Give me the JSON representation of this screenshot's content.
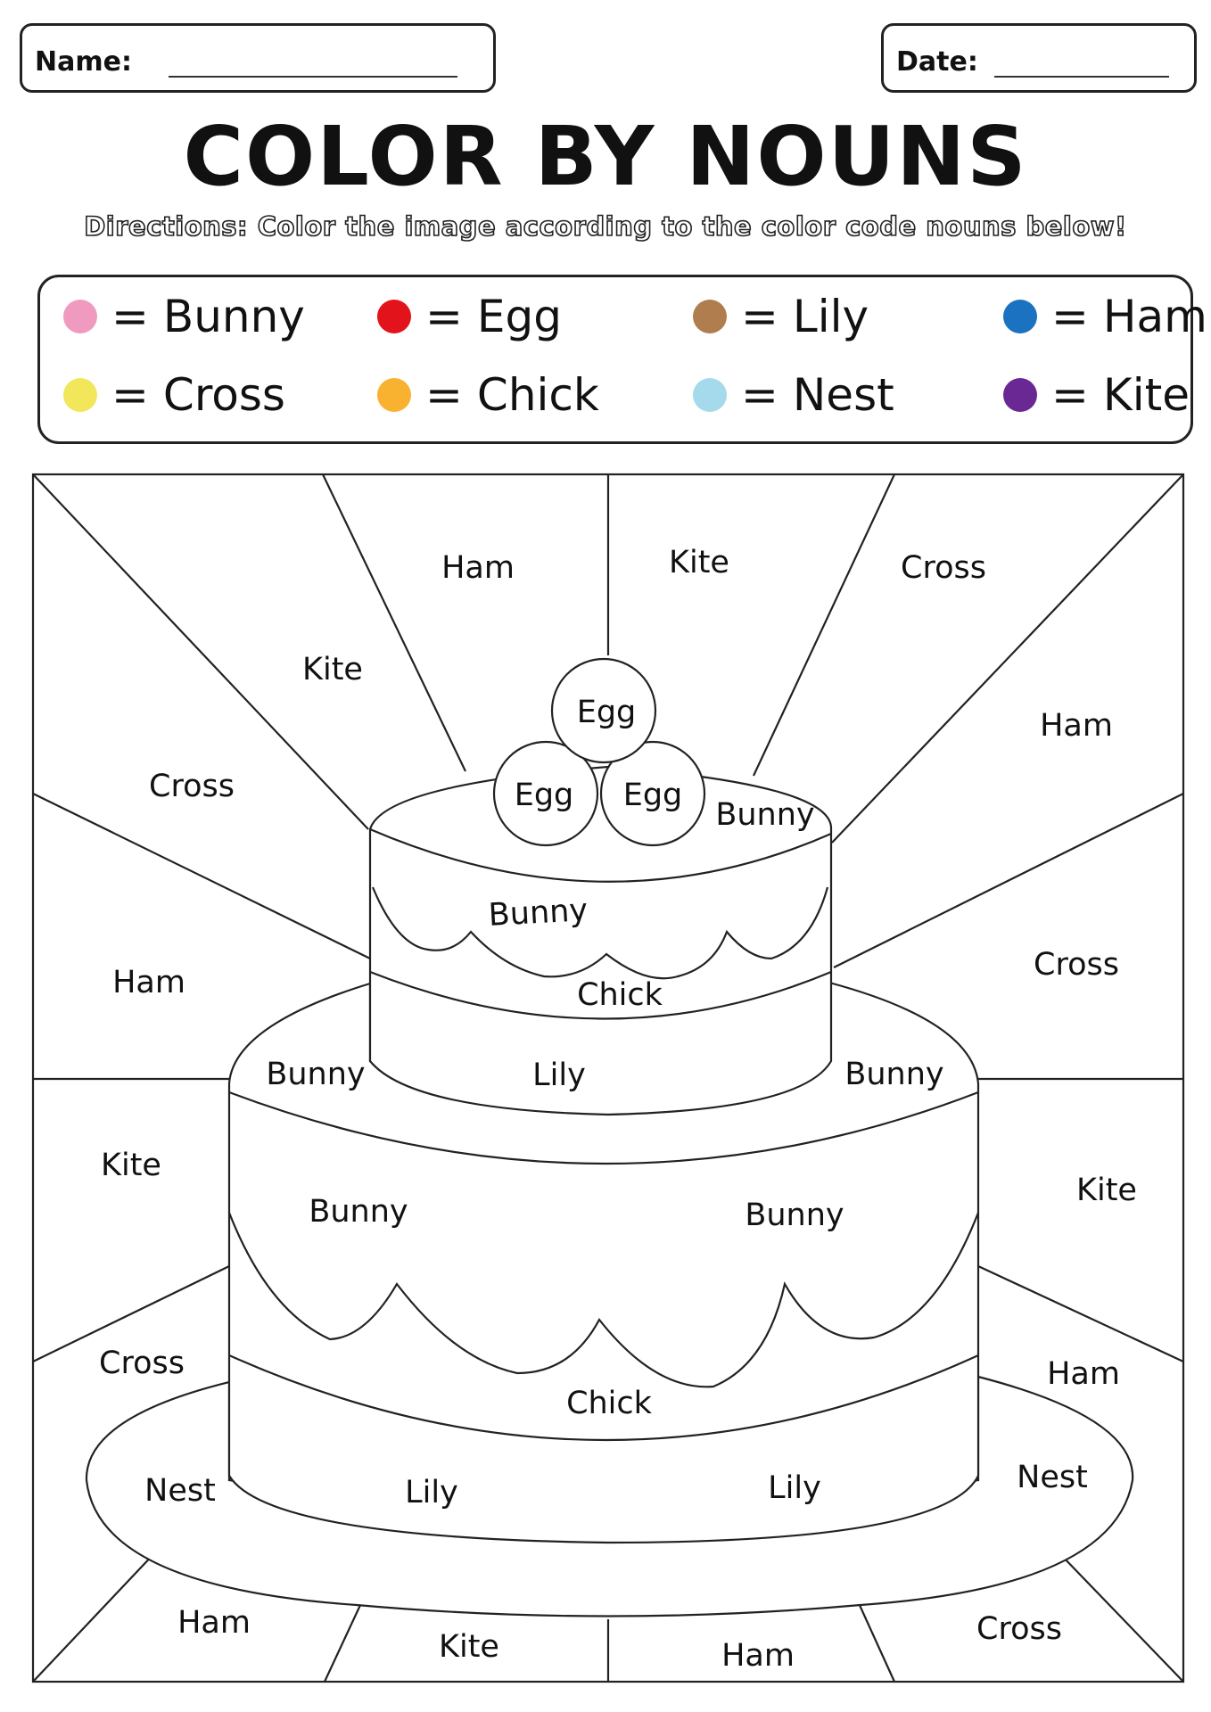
{
  "header": {
    "name_label": "Name:",
    "date_label": "Date:"
  },
  "title": "COLOR BY NOUNS",
  "directions": "Directions: Color the image according to the color code nouns below!",
  "legend": [
    {
      "color": "#f09ac0",
      "word": "Bunny"
    },
    {
      "color": "#e3131b",
      "word": "Egg"
    },
    {
      "color": "#b07d4e",
      "word": "Lily"
    },
    {
      "color": "#1b72c1",
      "word": "Ham"
    },
    {
      "color": "#f2e65a",
      "word": "Cross"
    },
    {
      "color": "#f8b22f",
      "word": "Chick"
    },
    {
      "color": "#a4daeb",
      "word": "Nest"
    },
    {
      "color": "#6a2895",
      "word": "Kite"
    }
  ],
  "legend_equals": "=",
  "picture": {
    "ray_words": [
      "Ham",
      "Kite",
      "Cross",
      "Kite",
      "Ham",
      "Cross",
      "Ham",
      "Cross",
      "Kite",
      "Kite",
      "Cross",
      "Ham",
      "Ham",
      "Kite",
      "Ham",
      "Cross"
    ],
    "eggs": [
      "Egg",
      "Egg",
      "Egg"
    ],
    "cake_words": [
      "Bunny",
      "Bunny",
      "Chick",
      "Bunny",
      "Lily",
      "Bunny",
      "Bunny",
      "Bunny",
      "Chick",
      "Nest",
      "Lily",
      "Lily",
      "Nest"
    ]
  }
}
